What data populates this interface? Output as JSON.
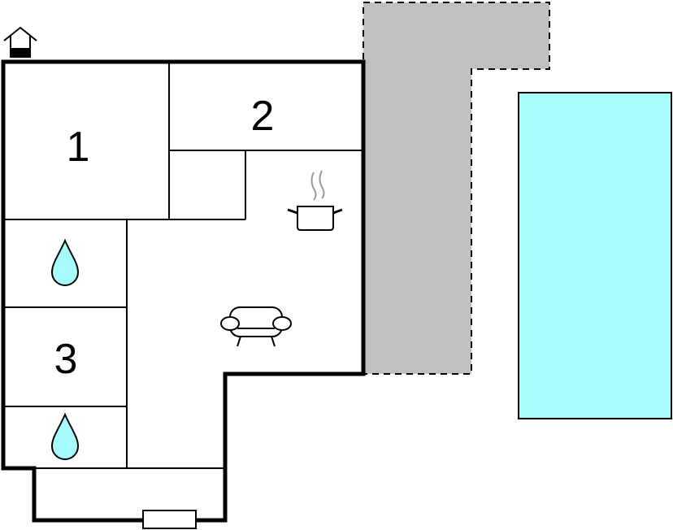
{
  "rooms": [
    {
      "id": "bedroom-1",
      "label": "1"
    },
    {
      "id": "bedroom-2",
      "label": "2"
    },
    {
      "id": "bedroom-3",
      "label": "3"
    }
  ],
  "icons": {
    "house": "house-icon",
    "bathroom": "water-drop-icon",
    "kitchen": "cooking-pot-icon",
    "living": "sofa-icon"
  },
  "colors": {
    "walls": "#000000",
    "terrace": "#c0c0c0",
    "pool": "#a6fbfb",
    "water_drop": "#a6fbfb",
    "steam": "#999999",
    "background": "#ffffff"
  }
}
